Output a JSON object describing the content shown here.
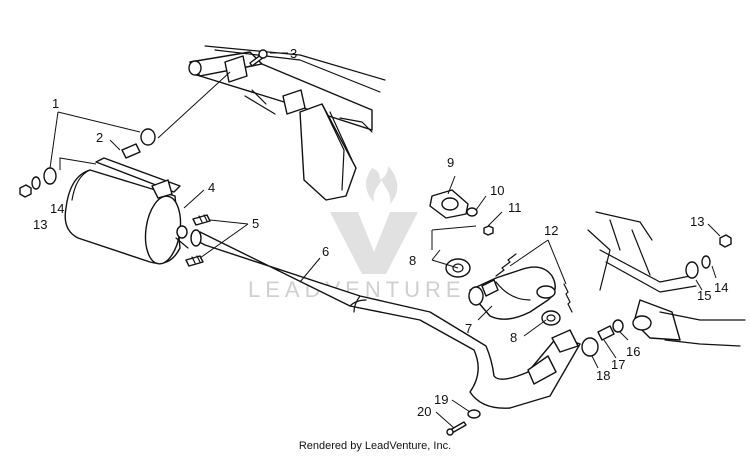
{
  "diagram": {
    "callouts": [
      {
        "id": "c1",
        "label": "1"
      },
      {
        "id": "c2",
        "label": "2"
      },
      {
        "id": "c3",
        "label": "3"
      },
      {
        "id": "c4",
        "label": "4"
      },
      {
        "id": "c5",
        "label": "5"
      },
      {
        "id": "c6",
        "label": "6"
      },
      {
        "id": "c7",
        "label": "7"
      },
      {
        "id": "c8a",
        "label": "8"
      },
      {
        "id": "c8b",
        "label": "8"
      },
      {
        "id": "c9",
        "label": "9"
      },
      {
        "id": "c10",
        "label": "10"
      },
      {
        "id": "c11",
        "label": "11"
      },
      {
        "id": "c12",
        "label": "12"
      },
      {
        "id": "c13a",
        "label": "13"
      },
      {
        "id": "c13b",
        "label": "13"
      },
      {
        "id": "c14a",
        "label": "14"
      },
      {
        "id": "c14b",
        "label": "14"
      },
      {
        "id": "c15",
        "label": "15"
      },
      {
        "id": "c16",
        "label": "16"
      },
      {
        "id": "c17",
        "label": "17"
      },
      {
        "id": "c18",
        "label": "18"
      },
      {
        "id": "c19",
        "label": "19"
      },
      {
        "id": "c20",
        "label": "20"
      }
    ],
    "watermark": "LEADVENTURE"
  },
  "footer": {
    "text": "Rendered by LeadVenture, Inc."
  }
}
